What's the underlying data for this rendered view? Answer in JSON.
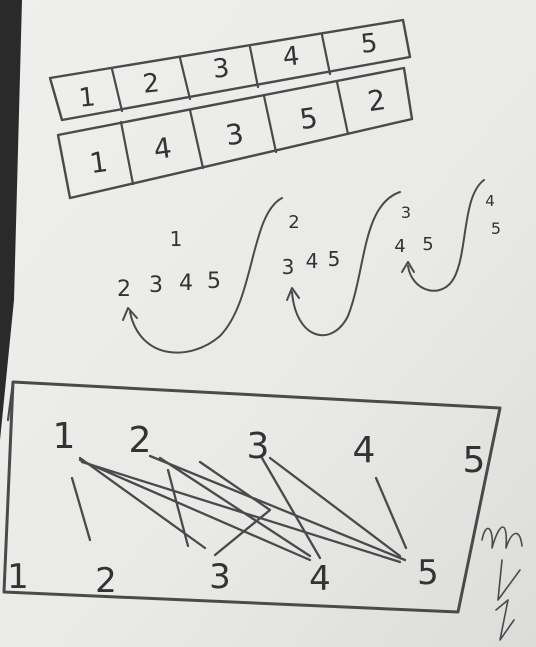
{
  "top_table": {
    "row1": [
      "1",
      "2",
      "3",
      "4",
      "5"
    ],
    "row2": [
      "1",
      "4",
      "3",
      "5",
      "2"
    ]
  },
  "sequence": {
    "step1_top": "1",
    "step1_rest": [
      "2",
      "3",
      "4",
      "5"
    ],
    "step2_top": "2",
    "step2_rest": [
      "3",
      "4",
      "5"
    ],
    "step3_top": "3",
    "step3_rest": [
      "4",
      "5"
    ],
    "step4_top": "4",
    "step4_rest": [
      "5"
    ]
  },
  "matching_box": {
    "top_row": [
      "1",
      "2",
      "3",
      "4",
      "5"
    ],
    "bottom_row": [
      "1",
      "2",
      "3",
      "4",
      "5"
    ]
  },
  "colors": {
    "paper": "#ececea",
    "pencil": "#4a4a4a",
    "desk": "#2a2a2a"
  }
}
